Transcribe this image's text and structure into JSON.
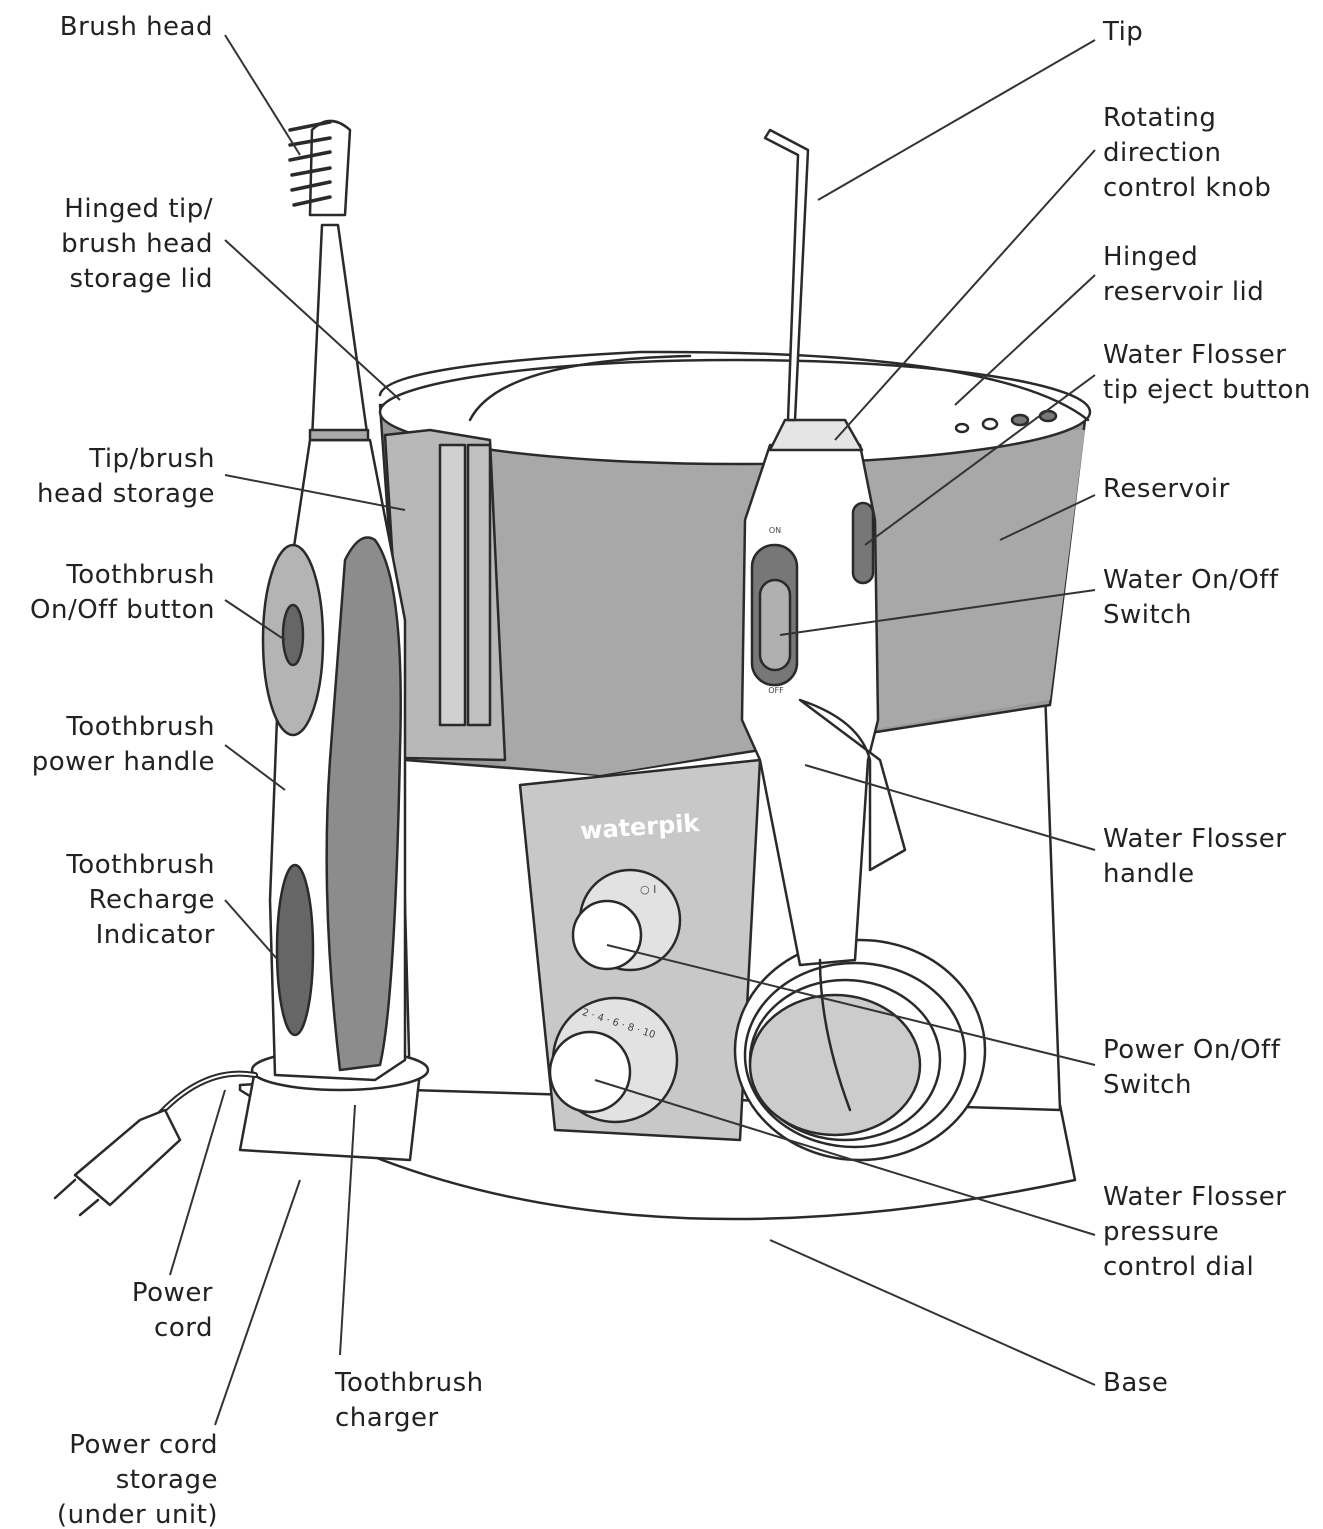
{
  "brand": "waterpik",
  "labels": {
    "brush_head": [
      "Brush head"
    ],
    "hinged_tip_lid": [
      "Hinged tip/",
      "brush head",
      "storage lid"
    ],
    "tip_brush_storage": [
      "Tip/brush",
      "head storage"
    ],
    "toothbrush_on_off": [
      "Toothbrush",
      "On/Off button"
    ],
    "toothbrush_power_handle": [
      "Toothbrush",
      "power handle"
    ],
    "toothbrush_recharge": [
      "Toothbrush",
      "Recharge",
      "Indicator"
    ],
    "power_cord": [
      "Power",
      "cord"
    ],
    "power_cord_storage": [
      "Power cord",
      "storage",
      "(under unit)"
    ],
    "toothbrush_charger": [
      "Toothbrush",
      "charger"
    ],
    "tip": [
      "Tip"
    ],
    "rotating_knob": [
      "Rotating",
      "direction",
      "control knob"
    ],
    "hinged_reservoir_lid": [
      "Hinged",
      "reservoir lid"
    ],
    "tip_eject": [
      "Water Flosser",
      "tip eject button"
    ],
    "reservoir": [
      "Reservoir"
    ],
    "water_switch": [
      "Water On/Off",
      "Switch"
    ],
    "flosser_handle": [
      "Water Flosser",
      "handle"
    ],
    "power_switch": [
      "Power On/Off",
      "Switch"
    ],
    "pressure_dial": [
      "Water Flosser",
      "pressure",
      "control dial"
    ],
    "base": [
      "Base"
    ]
  },
  "switch_marks": {
    "on": "ON",
    "off": "OFF"
  },
  "dial_marks": {
    "power": "○ I",
    "pressure": "2 · 4 · 6 · 8 · 10"
  },
  "colors": {
    "line": "#2a2a2a",
    "fill_dark": "#8c8c8c",
    "fill_mid": "#b4b4b4",
    "fill_light": "#d6d6d6",
    "text": "#222222"
  }
}
